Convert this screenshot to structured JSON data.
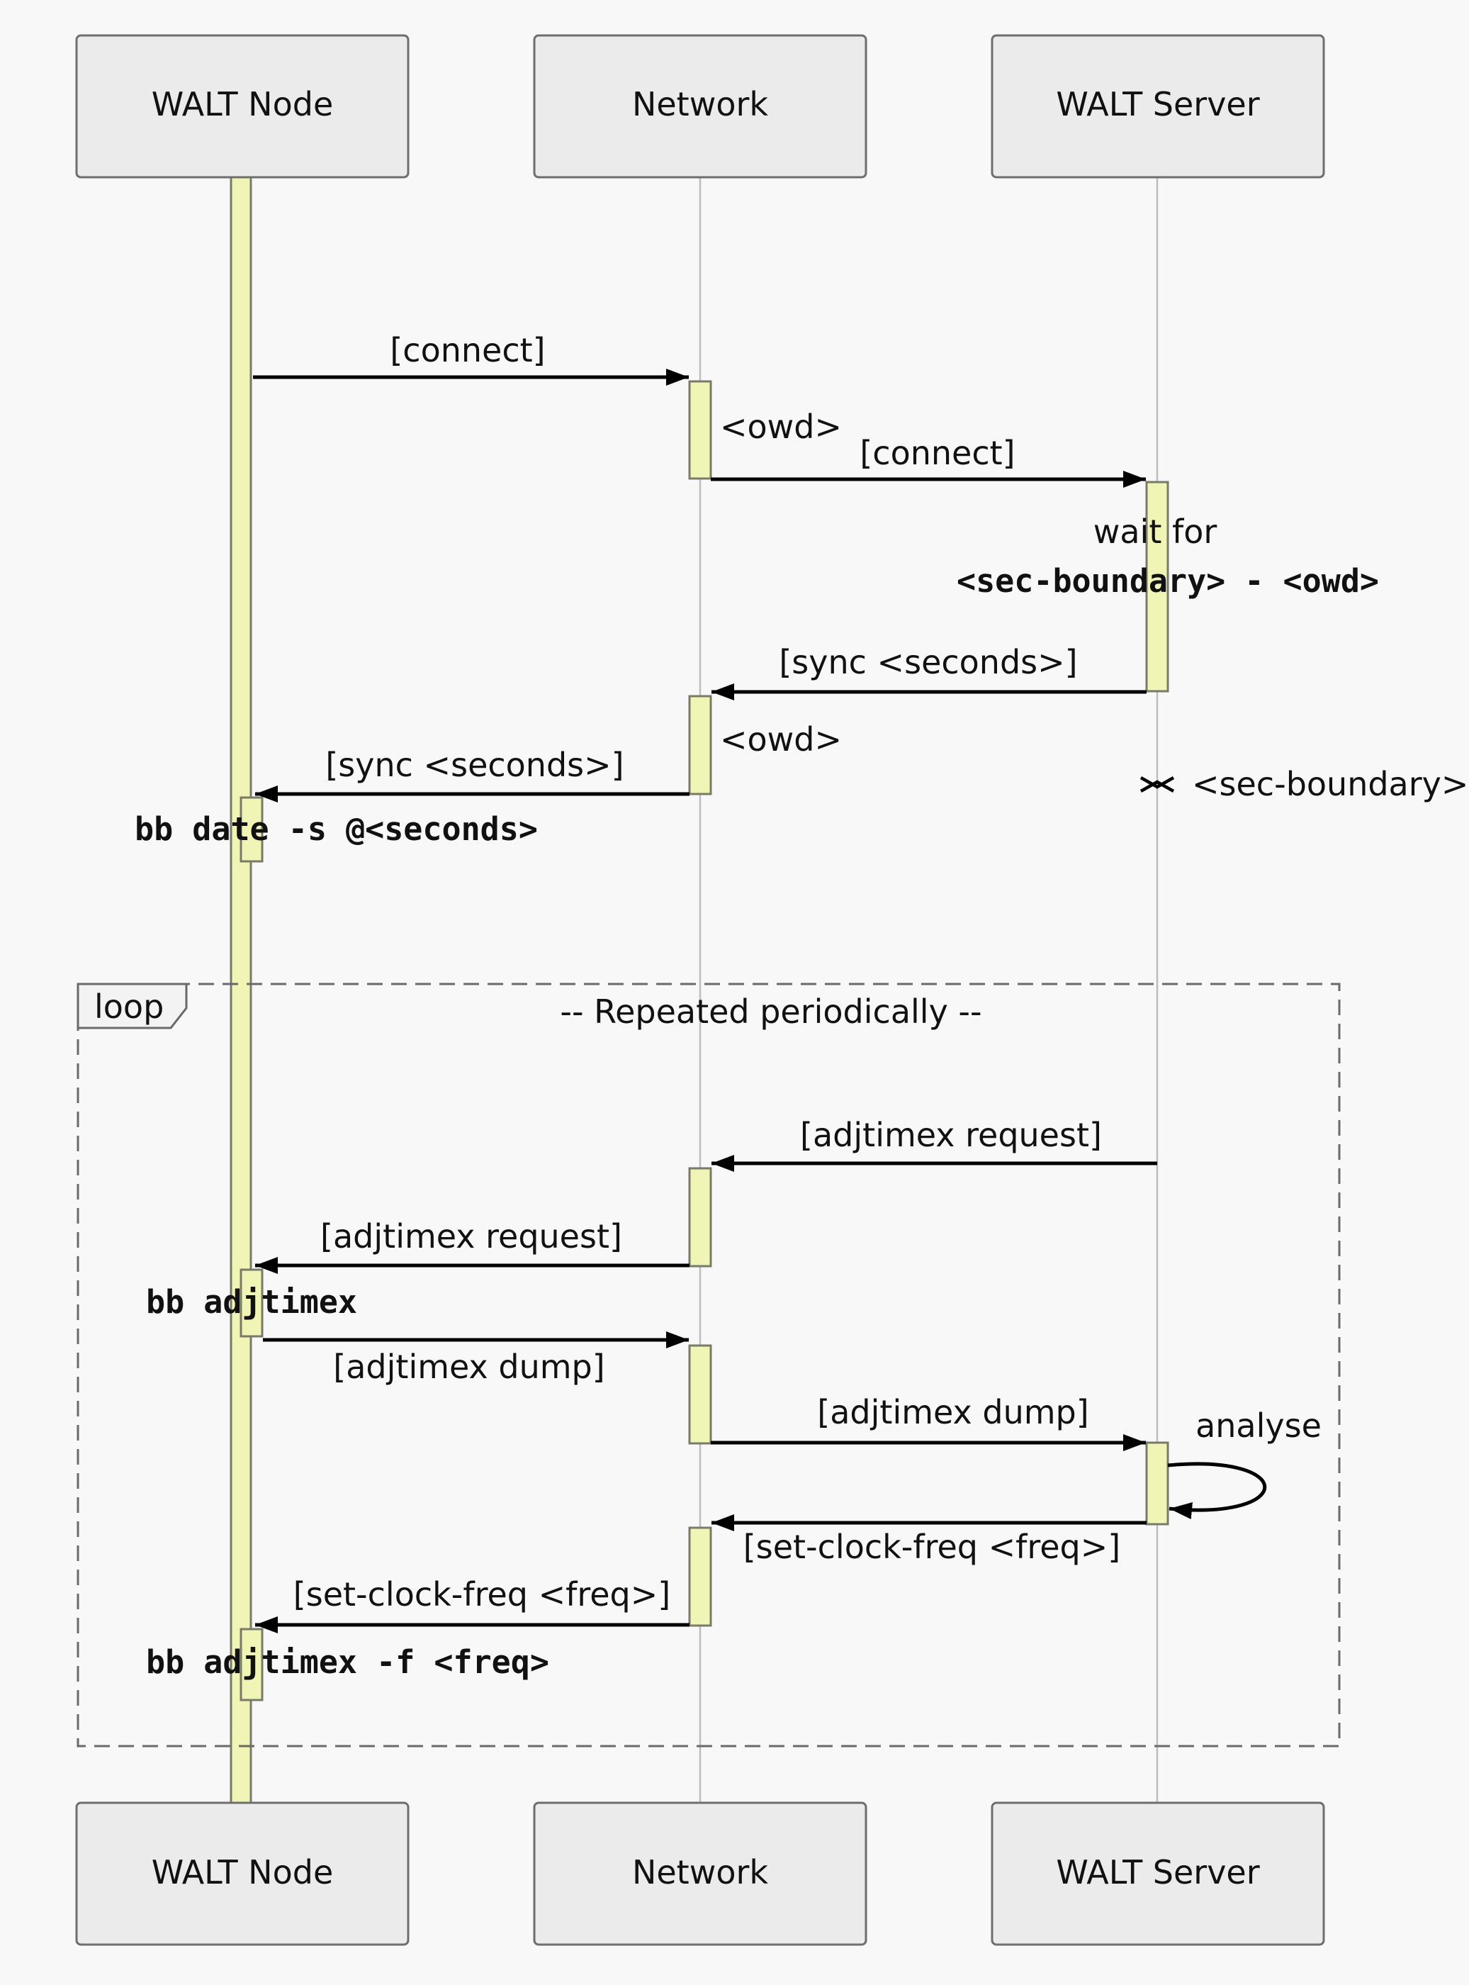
{
  "participants": [
    {
      "id": "node",
      "name": "WALT Node"
    },
    {
      "id": "network",
      "name": "Network"
    },
    {
      "id": "server",
      "name": "WALT Server"
    }
  ],
  "loop": {
    "tag": "loop",
    "title": "-- Repeated periodically --"
  },
  "messages": {
    "m1": "[connect]",
    "m2": "[connect]",
    "m3": "[sync <seconds>]",
    "m4": "[sync <seconds>]",
    "m5": "[adjtimex request]",
    "m6": "[adjtimex request]",
    "m7": "[adjtimex dump]",
    "m8": "[adjtimex dump]",
    "m9": "[set-clock-freq <freq>]",
    "m10": "[set-clock-freq <freq>]"
  },
  "notes": {
    "owd1": "<owd>",
    "owd2": "<owd>",
    "wait_for": "wait for",
    "wait_expr": "<sec-boundary> - <owd>",
    "sec_boundary": "<sec-boundary>",
    "date_cmd": "bb date -s @<seconds>",
    "adjtimex_cmd": "bb adjtimex",
    "analyse": "analyse",
    "adjtimex_f_cmd": "bb adjtimex -f <freq>"
  }
}
